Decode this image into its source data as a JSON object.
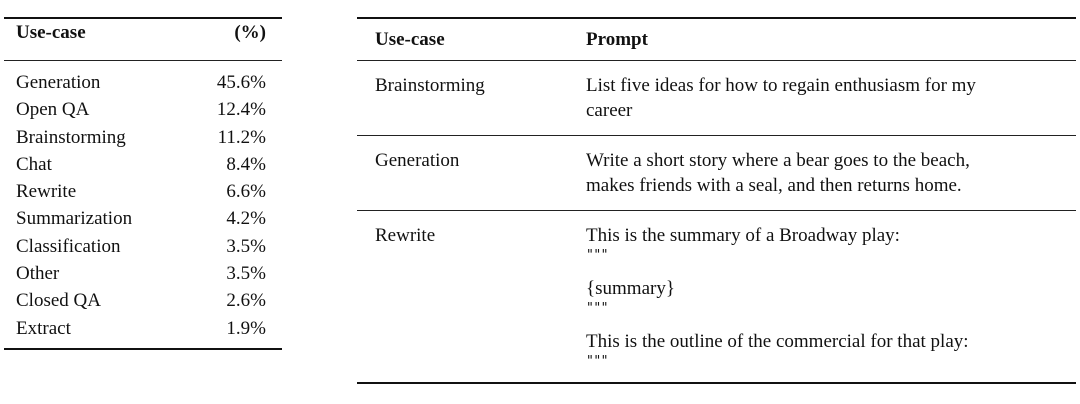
{
  "usecase_table": {
    "headers": [
      "Use-case",
      "(%)"
    ],
    "rows": [
      {
        "name": "Generation",
        "pct": "45.6%"
      },
      {
        "name": "Open QA",
        "pct": "12.4%"
      },
      {
        "name": "Brainstorming",
        "pct": "11.2%"
      },
      {
        "name": "Chat",
        "pct": "8.4%"
      },
      {
        "name": "Rewrite",
        "pct": "6.6%"
      },
      {
        "name": "Summarization",
        "pct": "4.2%"
      },
      {
        "name": "Classification",
        "pct": "3.5%"
      },
      {
        "name": "Other",
        "pct": "3.5%"
      },
      {
        "name": "Closed QA",
        "pct": "2.6%"
      },
      {
        "name": "Extract",
        "pct": "1.9%"
      }
    ]
  },
  "prompt_table": {
    "headers": [
      "Use-case",
      "Prompt"
    ],
    "rows": [
      {
        "use_case": "Brainstorming",
        "lines": [
          {
            "kind": "text",
            "text": "List five ideas for how to regain enthusiasm for my"
          },
          {
            "kind": "text",
            "text": "career"
          }
        ]
      },
      {
        "use_case": "Generation",
        "lines": [
          {
            "kind": "text",
            "text": "Write a short story where a bear goes to the beach,"
          },
          {
            "kind": "text",
            "text": "makes friends with a seal, and then returns home."
          }
        ]
      },
      {
        "use_case": "Rewrite",
        "lines": [
          {
            "kind": "text",
            "text": "This is the summary of a Broadway play:"
          },
          {
            "kind": "quote",
            "text": "\"\"\""
          },
          {
            "kind": "gap",
            "text": ""
          },
          {
            "kind": "text",
            "text": "{summary}"
          },
          {
            "kind": "quote",
            "text": "\"\"\""
          },
          {
            "kind": "gap",
            "text": ""
          },
          {
            "kind": "text",
            "text": "This is the outline of the commercial for that play:"
          },
          {
            "kind": "quote",
            "text": "\"\"\""
          }
        ]
      }
    ]
  },
  "colors": {
    "text": "#111111",
    "rule": "#111111",
    "background": "#ffffff"
  }
}
